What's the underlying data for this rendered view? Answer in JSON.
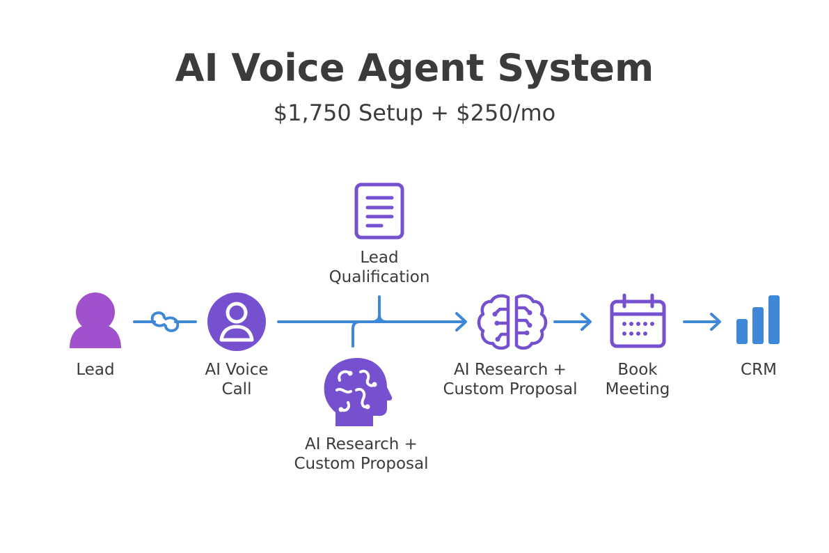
{
  "header": {
    "title": "AI Voice Agent System",
    "subtitle": "$1,750 Setup + $250/mo"
  },
  "nodes": [
    {
      "id": "lead",
      "lines": [
        "Lead"
      ],
      "icon": "person-icon"
    },
    {
      "id": "voice",
      "lines": [
        "AI Voice",
        "Call"
      ],
      "icon": "user-circle-icon"
    },
    {
      "id": "qualification",
      "lines": [
        "Lead",
        "Qualification"
      ],
      "icon": "document-icon"
    },
    {
      "id": "research-lower",
      "lines": [
        "AI Research +",
        "Custom Proposal"
      ],
      "icon": "head-brain-icon"
    },
    {
      "id": "research",
      "lines": [
        "AI Research +",
        "Custom Proposal"
      ],
      "icon": "brain-icon"
    },
    {
      "id": "meeting",
      "lines": [
        "Book",
        "Meeting"
      ],
      "icon": "calendar-icon"
    },
    {
      "id": "crm",
      "lines": [
        "CRM"
      ],
      "icon": "bar-chart-icon"
    }
  ],
  "colors": {
    "purple_light": "#a052cc",
    "purple": "#7651cf",
    "blue": "#3f88d8",
    "text": "#3b3b3b"
  }
}
